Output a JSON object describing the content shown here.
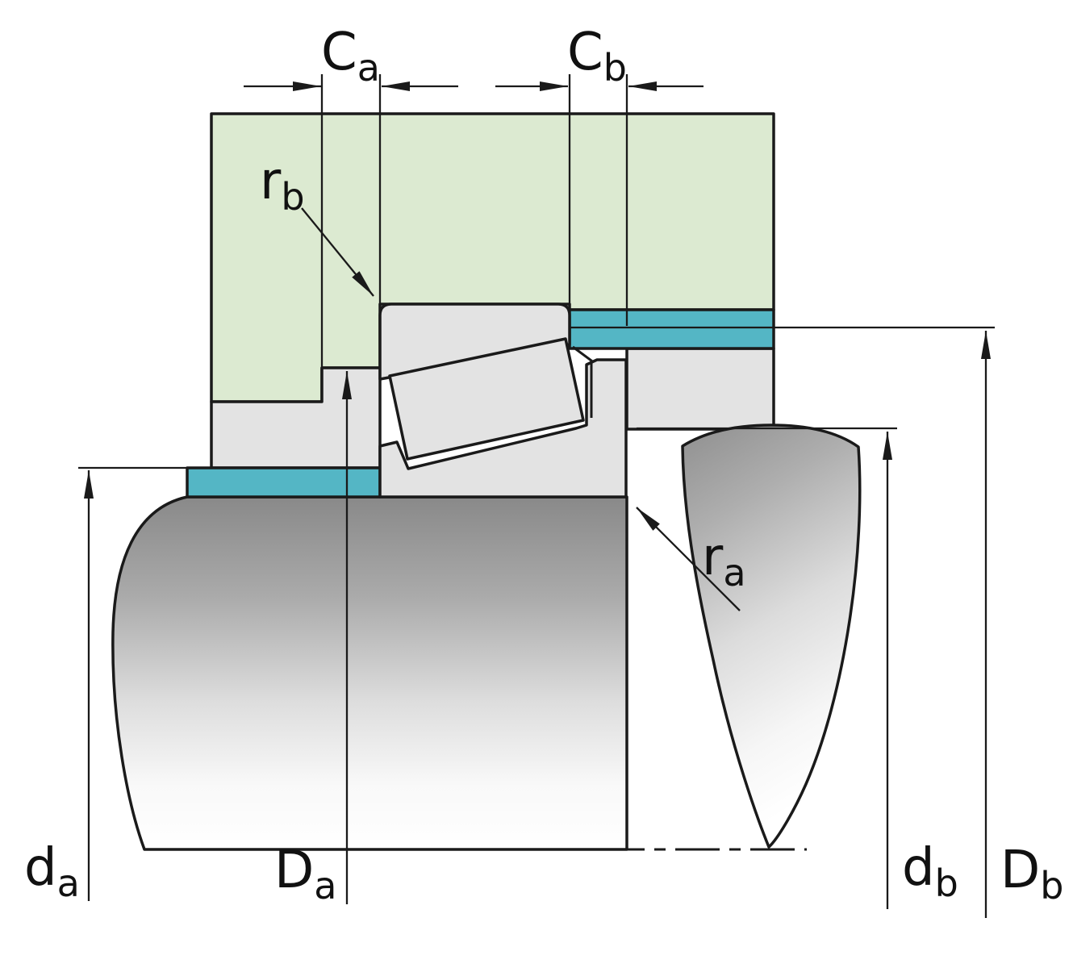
{
  "diagram": {
    "name": "Tapered roller bearing mounting dimensions cross-section",
    "labels": {
      "C_a": {
        "main": "C",
        "sub": "a"
      },
      "C_b": {
        "main": "C",
        "sub": "b"
      },
      "r_b": {
        "main": "r",
        "sub": "b"
      },
      "r_a": {
        "main": "r",
        "sub": "a"
      },
      "d_a": {
        "main": "d",
        "sub": "a"
      },
      "D_a": {
        "main": "D",
        "sub": "a"
      },
      "d_b": {
        "main": "d",
        "sub": "b"
      },
      "D_b": {
        "main": "D",
        "sub": "b"
      }
    },
    "colors": {
      "housing_green": "#dcead1",
      "spacer_teal": "#54b6c5",
      "component_gray": "#e3e3e3",
      "outline_black": "#1a1a1a",
      "background": "#ffffff"
    }
  }
}
